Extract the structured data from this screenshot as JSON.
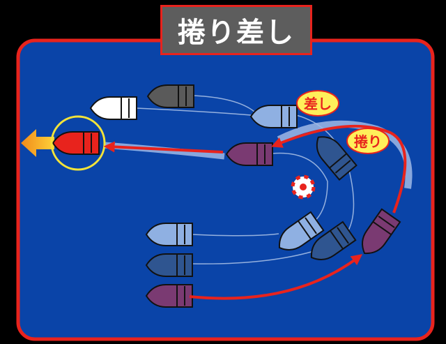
{
  "title": "捲り差し",
  "labels": {
    "sashi": "差し",
    "makuri": "捲り"
  },
  "colors": {
    "water": "#0a44a8",
    "border": "#e8231d",
    "arrow": "#e8231d",
    "label_fill": "#ffef5a",
    "leader_circle": "#f2e33a",
    "boat_white": "#ffffff",
    "boat_gray": "#5a5a5a",
    "boat_red": "#e8231d",
    "boat_light_blue": "#8fb0e2",
    "boat_dark_blue": "#2f5590",
    "boat_purple": "#7a3a72"
  }
}
